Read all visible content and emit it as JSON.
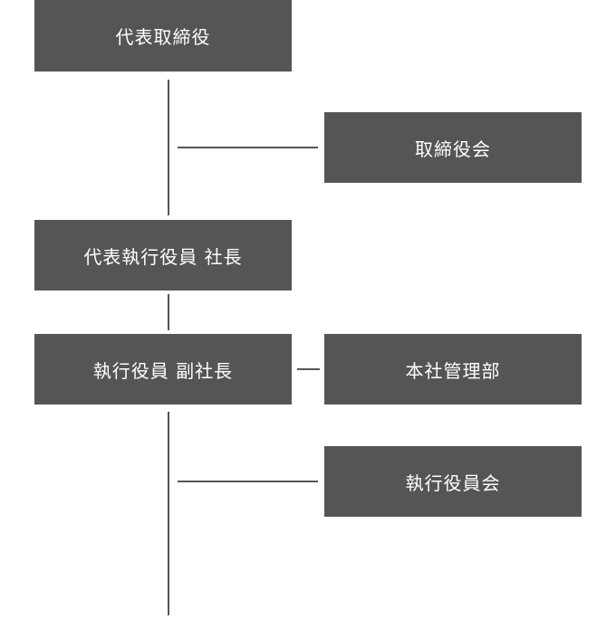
{
  "org_chart": {
    "boxes": {
      "representative_director": "代表取締役",
      "board_of_directors": "取締役会",
      "president": "代表執行役員 社長",
      "vice_president": "執行役員 副社長",
      "headquarters_management": "本社管理部",
      "executive_committee": "執行役員会"
    },
    "colors": {
      "box_fill": "#555555",
      "box_text": "#ffffff",
      "connector": "#555555",
      "background": "#ffffff"
    }
  }
}
